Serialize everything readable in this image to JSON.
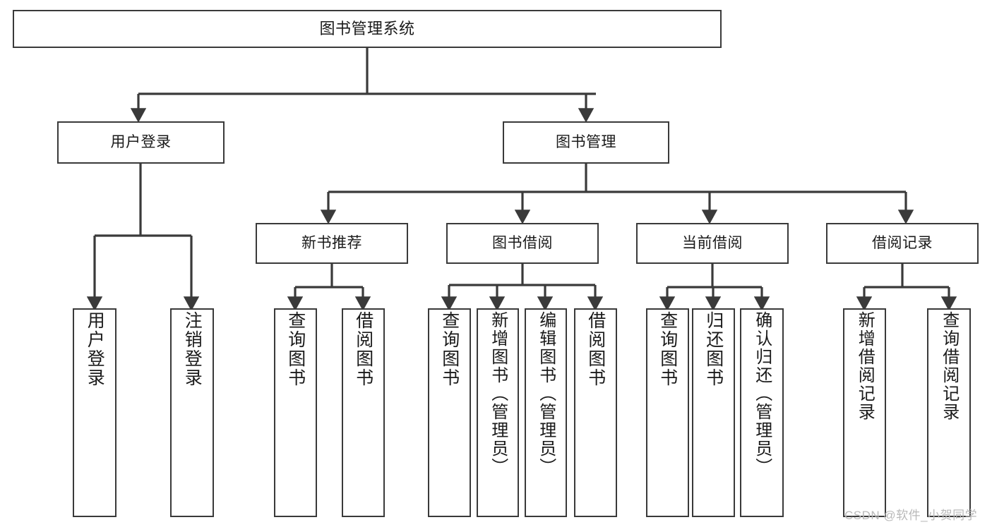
{
  "diagram": {
    "title": "图书管理系统",
    "type": "functional-structure-tree",
    "colors": {
      "box_border": "#3a3a3a",
      "box_fill": "#ffffff",
      "edge": "#3a3a3a",
      "text": "#1a1a1a",
      "watermark": "#b9b9b9",
      "background": "#ffffff"
    },
    "watermark": "CSDN @软件_小贺同学"
  },
  "nodes": {
    "root": {
      "id": "root",
      "label": "图书管理系统",
      "level": 1,
      "orientation": "horizontal"
    },
    "level2": [
      {
        "id": "user-login",
        "label": "用户登录",
        "level": 2,
        "orientation": "horizontal"
      },
      {
        "id": "book-management",
        "label": "图书管理",
        "level": 2,
        "orientation": "horizontal"
      }
    ],
    "level3": [
      {
        "id": "new-book-recommend",
        "label": "新书推荐",
        "level": 3,
        "orientation": "horizontal",
        "parent": "book-management"
      },
      {
        "id": "book-borrow",
        "label": "图书借阅",
        "level": 3,
        "orientation": "horizontal",
        "parent": "book-management"
      },
      {
        "id": "current-borrow",
        "label": "当前借阅",
        "level": 3,
        "orientation": "horizontal",
        "parent": "book-management"
      },
      {
        "id": "borrow-record",
        "label": "借阅记录",
        "level": 3,
        "orientation": "horizontal",
        "parent": "book-management"
      }
    ],
    "leaves": [
      {
        "id": "leaf-user-login",
        "label": "用户登录",
        "parent": "user-login",
        "orientation": "vertical"
      },
      {
        "id": "leaf-user-logout",
        "label": "注销登录",
        "parent": "user-login",
        "orientation": "vertical"
      },
      {
        "id": "leaf-query-book-1",
        "label": "查询图书",
        "parent": "new-book-recommend",
        "orientation": "vertical"
      },
      {
        "id": "leaf-borrow-book-1",
        "label": "借阅图书",
        "parent": "new-book-recommend",
        "orientation": "vertical"
      },
      {
        "id": "leaf-query-book-2",
        "label": "查询图书",
        "parent": "book-borrow",
        "orientation": "vertical"
      },
      {
        "id": "leaf-add-book",
        "label": "新增图书（管理员）",
        "parent": "book-borrow",
        "orientation": "vertical"
      },
      {
        "id": "leaf-edit-book",
        "label": "编辑图书（管理员）",
        "parent": "book-borrow",
        "orientation": "vertical"
      },
      {
        "id": "leaf-borrow-book-2",
        "label": "借阅图书",
        "parent": "book-borrow",
        "orientation": "vertical"
      },
      {
        "id": "leaf-query-book-3",
        "label": "查询图书",
        "parent": "current-borrow",
        "orientation": "vertical"
      },
      {
        "id": "leaf-return-book",
        "label": "归还图书",
        "parent": "current-borrow",
        "orientation": "vertical"
      },
      {
        "id": "leaf-confirm-return",
        "label": "确认归还（管理员）",
        "parent": "current-borrow",
        "orientation": "vertical"
      },
      {
        "id": "leaf-add-record",
        "label": "新增借阅记录",
        "parent": "borrow-record",
        "orientation": "vertical"
      },
      {
        "id": "leaf-query-record",
        "label": "查询借阅记录",
        "parent": "borrow-record",
        "orientation": "vertical"
      }
    ]
  }
}
